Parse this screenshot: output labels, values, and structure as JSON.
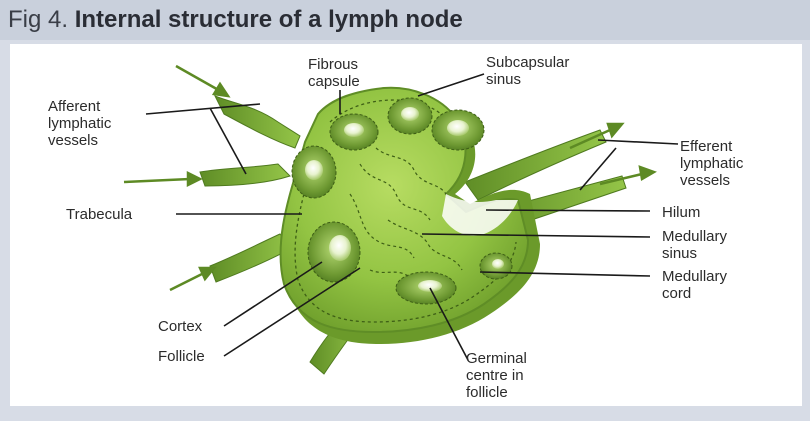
{
  "figure": {
    "title_prefix": "Fig 4.",
    "title_main": "Internal structure of a lymph node"
  },
  "labels": {
    "fibrous_capsule": "Fibrous\ncapsule",
    "subcapsular_sinus": "Subcapsular\nsinus",
    "afferent_lymphatic_vessels": "Afferent\nlymphatic\nvessels",
    "efferent_lymphatic_vessels": "Efferent\nlymphatic\nvessels",
    "trabecula": "Trabecula",
    "hilum": "Hilum",
    "medullary_sinus": "Medullary\nsinus",
    "medullary_cord": "Medullary\ncord",
    "cortex": "Cortex",
    "follicle": "Follicle",
    "germinal_centre": "Germinal\ncentre in\nfollicle"
  },
  "colors": {
    "node_light": "#9ccc4a",
    "node_dark": "#6b9a2a",
    "node_mid": "#86b83a",
    "leader_line": "#1a1a1a",
    "title_band": "#c9d0dc",
    "frame": "#d7dce6"
  }
}
